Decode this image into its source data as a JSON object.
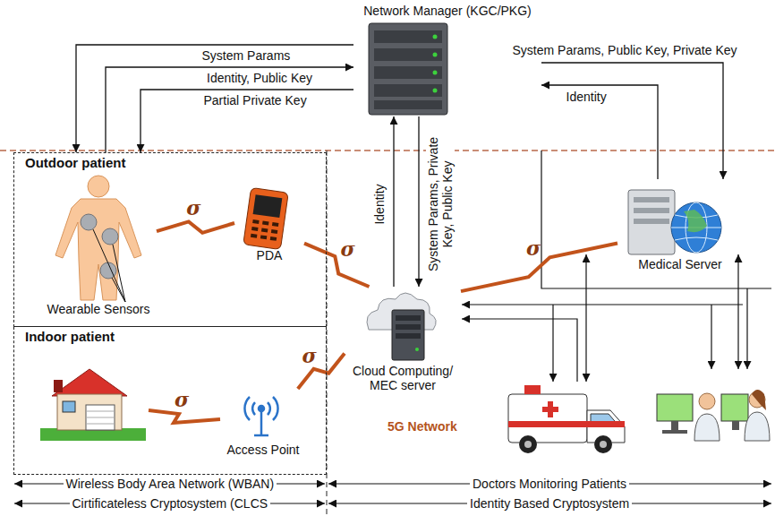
{
  "diagram": {
    "nodes": [
      {
        "text": [
          "Network Manager (KGC/PKG)"
        ]
      },
      {
        "text": [
          "Outdoor patient"
        ]
      },
      {
        "text": [
          "Wearable Sensors"
        ],
        "in": 1
      },
      {
        "text": [
          "PDA"
        ],
        "in": 1
      },
      {
        "text": [
          "Indoor patient"
        ]
      },
      {
        "text": [
          "Access Point"
        ],
        "in": 4
      },
      {
        "text": [
          "Cloud Computing/ MEC server"
        ]
      },
      {
        "text": [
          "Medical Server"
        ]
      }
    ],
    "edges": [
      {
        "from": 0,
        "to": 1,
        "label": "System Params",
        "arrow": "to"
      },
      {
        "from": 1,
        "to": 0,
        "label": "Identity, Public Key",
        "arrow": "to"
      },
      {
        "from": 0,
        "to": 1,
        "label": "Partial Private Key",
        "arrow": "to"
      },
      {
        "from": 0,
        "to": 7,
        "label": "System Params, Public Key, Private Key",
        "arrow": "to"
      },
      {
        "from": 7,
        "to": 0,
        "label": "Identity",
        "arrow": "to"
      },
      {
        "from": 6,
        "to": 0,
        "label": "Identity",
        "arrow": "to"
      },
      {
        "from": 0,
        "to": 6,
        "label": "System Params, Private Key, Public Key",
        "arrow": "to"
      },
      {
        "from": 2,
        "to": 3,
        "label": "σ",
        "arrow": "none"
      },
      {
        "from": 3,
        "to": 6,
        "label": "σ",
        "arrow": "none"
      },
      {
        "from": 5,
        "to": 6,
        "label": "σ",
        "arrow": "none"
      },
      {
        "from": 7,
        "to": 6,
        "label": "σ",
        "arrow": "none"
      }
    ],
    "labels": [
      "σ",
      "5G Network",
      "Wireless Body Area Network (WBAN)",
      "Doctors Monitoring Patients",
      "Cirtificateless Cryptosystem (CLCS",
      "Identity Based Cryptosystem"
    ]
  }
}
